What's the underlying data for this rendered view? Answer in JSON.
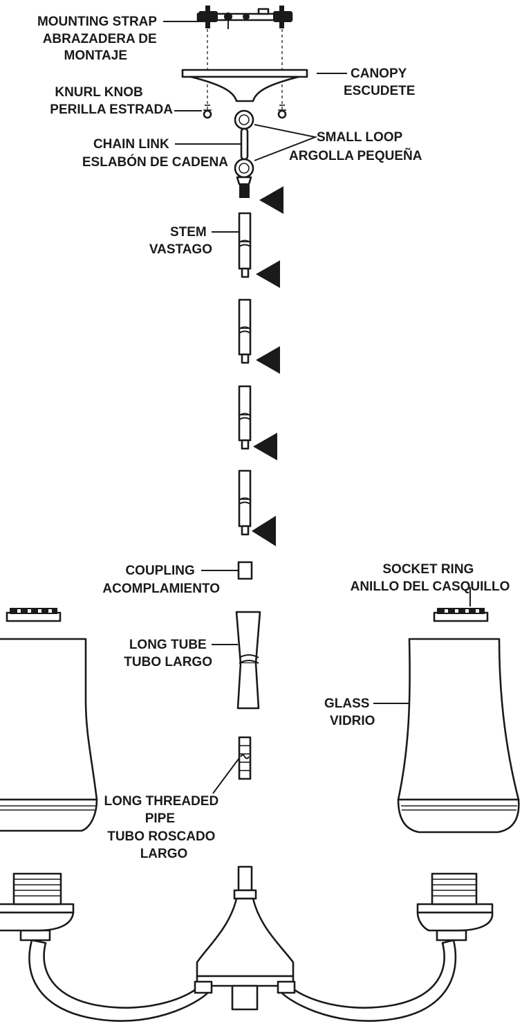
{
  "labels": {
    "mounting_strap": [
      "MOUNTING STRAP",
      "ABRAZADERA DE",
      "MONTAJE"
    ],
    "canopy": [
      "CANOPY",
      "ESCUDETE"
    ],
    "knurl_knob": [
      "KNURL KNOB",
      "PERILLA ESTRADA"
    ],
    "chain_link": [
      "CHAIN LINK",
      "ESLABÓN DE CADENA"
    ],
    "small_loop": [
      "SMALL LOOP",
      "ARGOLLA PEQUEÑA"
    ],
    "stem": [
      "STEM",
      "VASTAGO"
    ],
    "coupling": [
      "COUPLING",
      "ACOMPLAMIENTO"
    ],
    "socket_ring": [
      "SOCKET RING",
      "ANILLO DEL CASQUILLO"
    ],
    "long_tube": [
      "LONG TUBE",
      "TUBO LARGO"
    ],
    "glass": [
      "GLASS",
      "VIDRIO"
    ],
    "long_threaded_pipe": [
      "LONG THREADED",
      "PIPE",
      "TUBO ROSCADO",
      "LARGO"
    ]
  },
  "colors": {
    "ink": "#1a1a1a",
    "background": "#ffffff"
  }
}
